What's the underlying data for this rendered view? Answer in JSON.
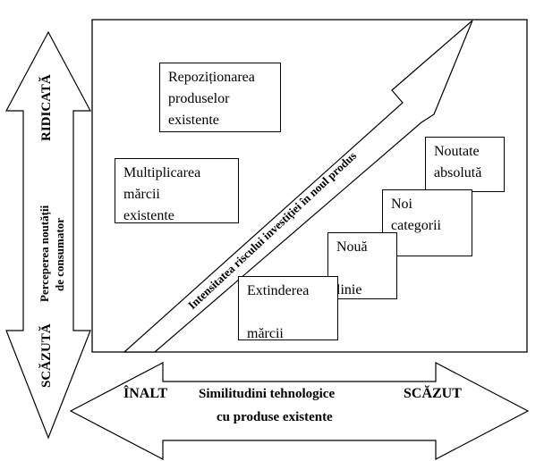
{
  "diagram": {
    "boxes": {
      "repositioning": "Repoziționarea\nproduselor\nexistente",
      "multiplication": "Multiplicarea\nmărcii\nexistente",
      "extension": "Extinderea\n\nmărcii",
      "new_line": "Nouă\n\nlinie",
      "new_categories": "Noi\ncategorii",
      "absolute_novelty": "Noutate\nabsolută"
    },
    "diagonal_arrow_label": "Intensitatea riscului investiției în noul produs",
    "vertical_axis": {
      "title_line1": "Perceperea noutății",
      "title_line2": "de consumator",
      "top_label": "RIDICATĂ",
      "bottom_label": "SCĂZUTĂ"
    },
    "horizontal_axis": {
      "title_line1": "Similitudini tehnologice",
      "title_line2": "cu produse existente",
      "left_label": "ÎNALT",
      "right_label": "SCĂZUT"
    }
  }
}
